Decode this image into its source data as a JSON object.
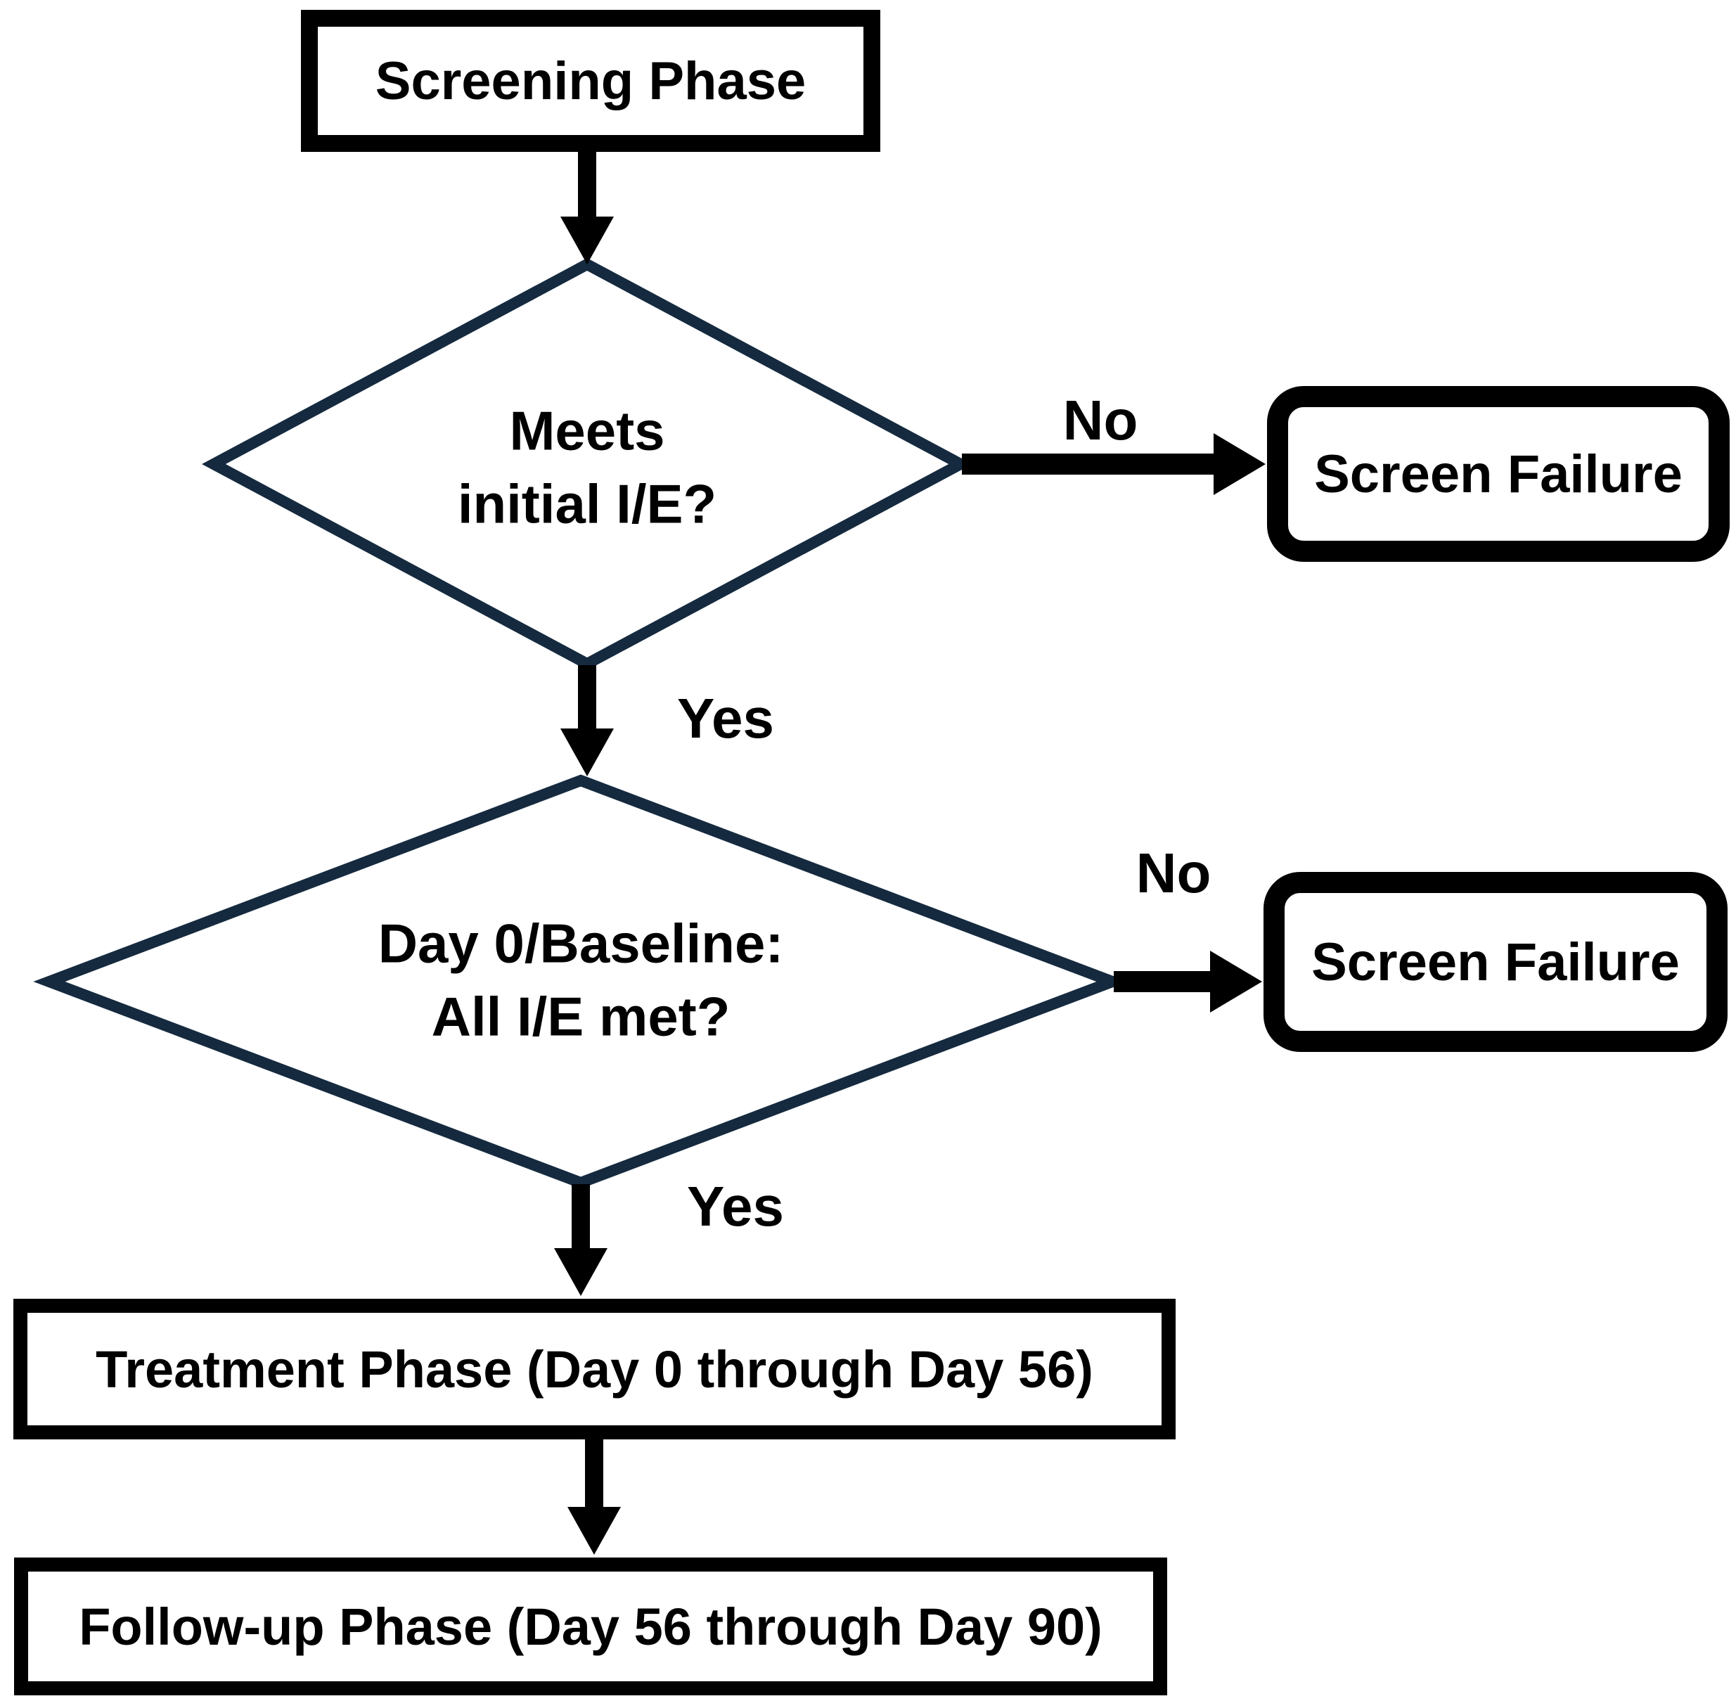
{
  "flowchart": {
    "colors": {
      "background": "#ffffff",
      "box_border": "#000000",
      "diamond_border": "#152a3f",
      "arrow": "#000000",
      "text": "#000000"
    },
    "screening_box": {
      "label": "Screening Phase"
    },
    "decision_initial": {
      "line1": "Meets",
      "line2": "initial I/E?"
    },
    "screen_failure_top": {
      "label": "Screen Failure"
    },
    "decision_baseline": {
      "line1": "Day 0/Baseline:",
      "line2": "All I/E met?"
    },
    "screen_failure_bottom": {
      "label": "Screen Failure"
    },
    "treatment_box": {
      "label": "Treatment Phase (Day 0 through Day 56)"
    },
    "followup_box": {
      "label": "Follow-up Phase (Day 56 through Day 90)"
    },
    "edge_labels": {
      "no_top": "No",
      "yes_top": "Yes",
      "no_bottom": "No",
      "yes_bottom": "Yes"
    }
  }
}
